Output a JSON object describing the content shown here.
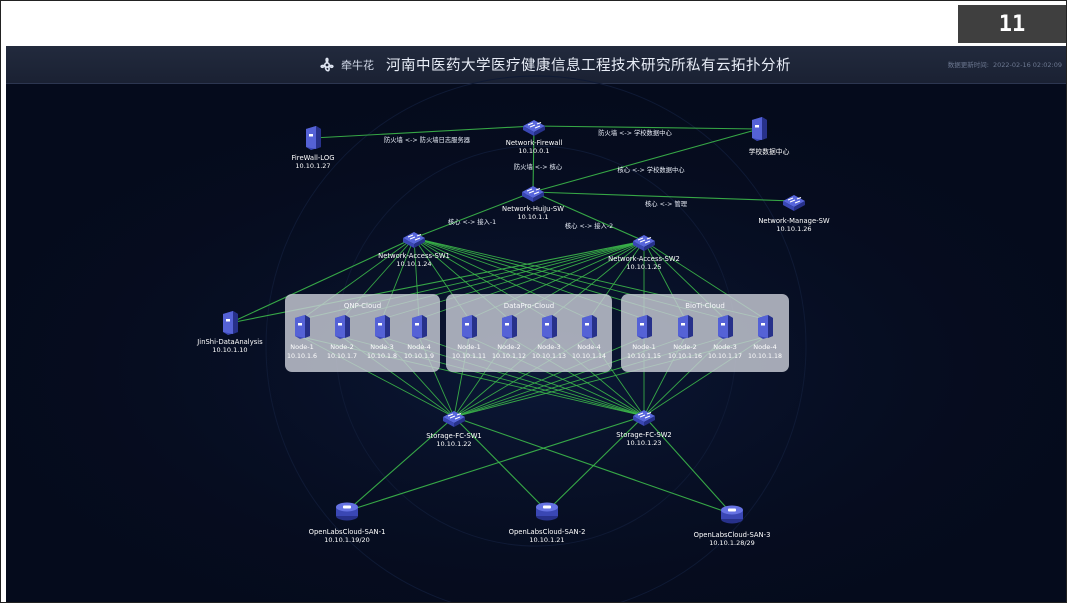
{
  "slide": {
    "number": "11"
  },
  "header": {
    "logo_text": "牵牛花",
    "title": "河南中医药大学医疗健康信息工程技术研究所私有云拓扑分析",
    "update_label": "数据更新时间:",
    "update_time": "2022-02-16 02:02:09"
  },
  "colors": {
    "background": "#050b1c",
    "link": "#3cb84a",
    "node": "#4a57c8",
    "cluster_box": "#c8ccd6"
  },
  "nodes": {
    "firewall_log": {
      "name": "FireWall-LOG",
      "ip": "10.10.1.27",
      "icon": "server-icon"
    },
    "firewall": {
      "name": "Network-Firewall",
      "ip": "10.10.0.1",
      "icon": "switch-icon"
    },
    "school_dc": {
      "name": "学校数据中心",
      "icon": "server-icon"
    },
    "huiju": {
      "name": "Network-HuiJu-SW",
      "ip": "10.10.1.1",
      "icon": "switch-icon"
    },
    "manage": {
      "name": "Network-Manage-SW",
      "ip": "10.10.1.26",
      "icon": "switch-icon"
    },
    "access1": {
      "name": "Network-Access-SW1",
      "ip": "10.10.1.24",
      "icon": "switch-icon"
    },
    "access2": {
      "name": "Network-Access-SW2",
      "ip": "10.10.1.25",
      "icon": "switch-icon"
    },
    "jinshi": {
      "name": "JinShi-DataAnalysis",
      "ip": "10.10.1.10",
      "icon": "server-icon"
    },
    "fc1": {
      "name": "Storage-FC-SW1",
      "ip": "10.10.1.22",
      "icon": "switch-icon"
    },
    "fc2": {
      "name": "Storage-FC-SW2",
      "ip": "10.10.1.23",
      "icon": "switch-icon"
    },
    "san1": {
      "name": "OpenLabsCloud-SAN-1",
      "ip": "10.10.1.19/20",
      "icon": "storage-icon"
    },
    "san2": {
      "name": "OpenLabsCloud-SAN-2",
      "ip": "10.10.1.21",
      "icon": "storage-icon"
    },
    "san3": {
      "name": "OpenLabsCloud-SAN-3",
      "ip": "10.10.1.28/29",
      "icon": "storage-icon"
    }
  },
  "clusters": [
    {
      "title": "QNP-Cloud",
      "nodes": [
        {
          "name": "Node-1",
          "ip": "10.10.1.6"
        },
        {
          "name": "Node-2",
          "ip": "10.10.1.7"
        },
        {
          "name": "Node-3",
          "ip": "10.10.1.8"
        },
        {
          "name": "Node-4",
          "ip": "10.10.1.9"
        }
      ]
    },
    {
      "title": "DataPro-Cloud",
      "nodes": [
        {
          "name": "Node-1",
          "ip": "10.10.1.11"
        },
        {
          "name": "Node-2",
          "ip": "10.10.1.12"
        },
        {
          "name": "Node-3",
          "ip": "10.10.1.13"
        },
        {
          "name": "Node-4",
          "ip": "10.10.1.14"
        }
      ]
    },
    {
      "title": "BioTi-Cloud",
      "nodes": [
        {
          "name": "Node-1",
          "ip": "10.10.1.15"
        },
        {
          "name": "Node-2",
          "ip": "10.10.1.16"
        },
        {
          "name": "Node-3",
          "ip": "10.10.1.17"
        },
        {
          "name": "Node-4",
          "ip": "10.10.1.18"
        }
      ]
    }
  ],
  "link_labels": {
    "fw_log": "防火墙 <-> 防火墙日志服务器",
    "fw_school": "防火墙 <-> 学校数据中心",
    "fw_core": "防火墙 <-> 核心",
    "core_school": "核心 <-> 学校数据中心",
    "core_manage": "核心 <-> 管理",
    "core_access1": "核心 <-> 接入-1",
    "core_access2": "核心 <-> 接入-2"
  }
}
